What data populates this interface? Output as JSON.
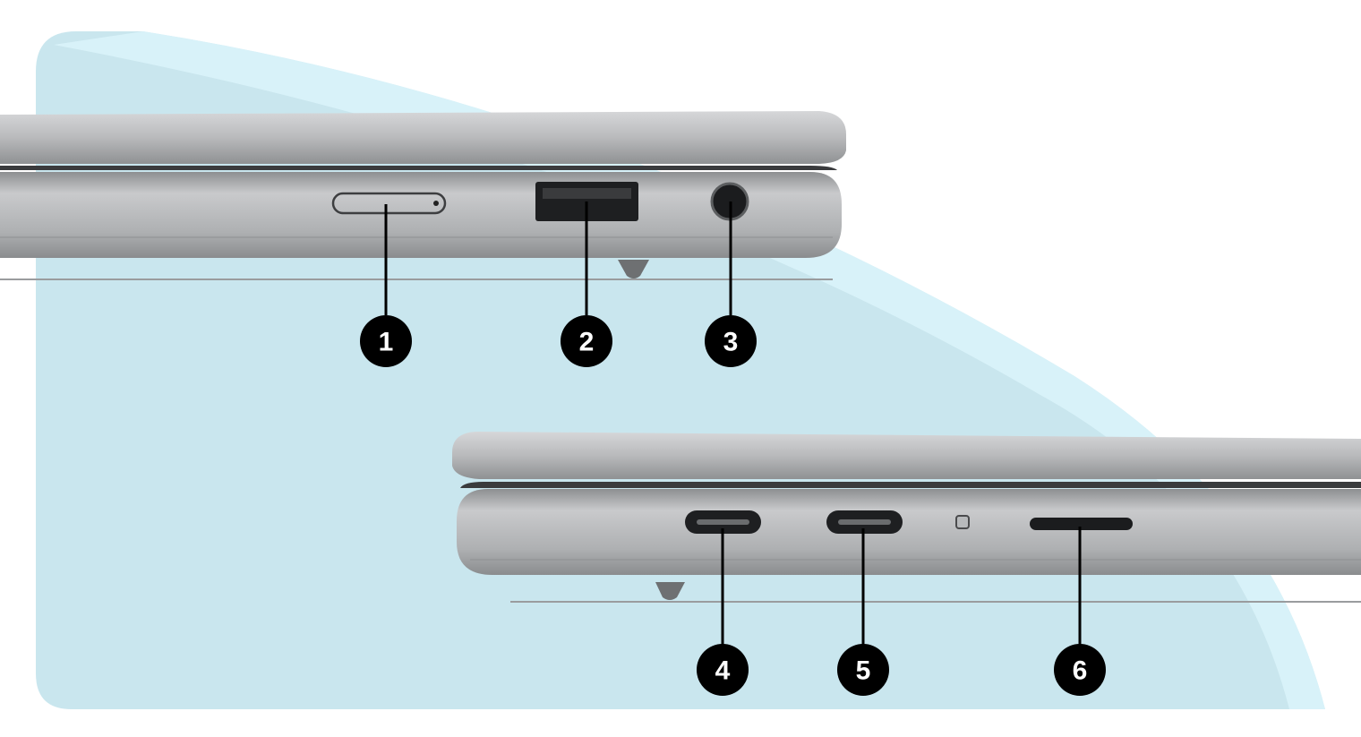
{
  "diagram": {
    "colors": {
      "background_shape": "#c9e6ee",
      "accent_light": "#dcf5fb",
      "callout": "#000000",
      "chassis": "#a9abad"
    },
    "top_view": {
      "callouts": [
        {
          "label": "1",
          "port": "sim-card-slot"
        },
        {
          "label": "2",
          "port": "usb-a-port"
        },
        {
          "label": "3",
          "port": "audio-jack"
        }
      ]
    },
    "bottom_view": {
      "callouts": [
        {
          "label": "4",
          "port": "usb-c-port"
        },
        {
          "label": "5",
          "port": "usb-c-port"
        },
        {
          "label": "6",
          "port": "sd-card-slot"
        }
      ]
    }
  }
}
